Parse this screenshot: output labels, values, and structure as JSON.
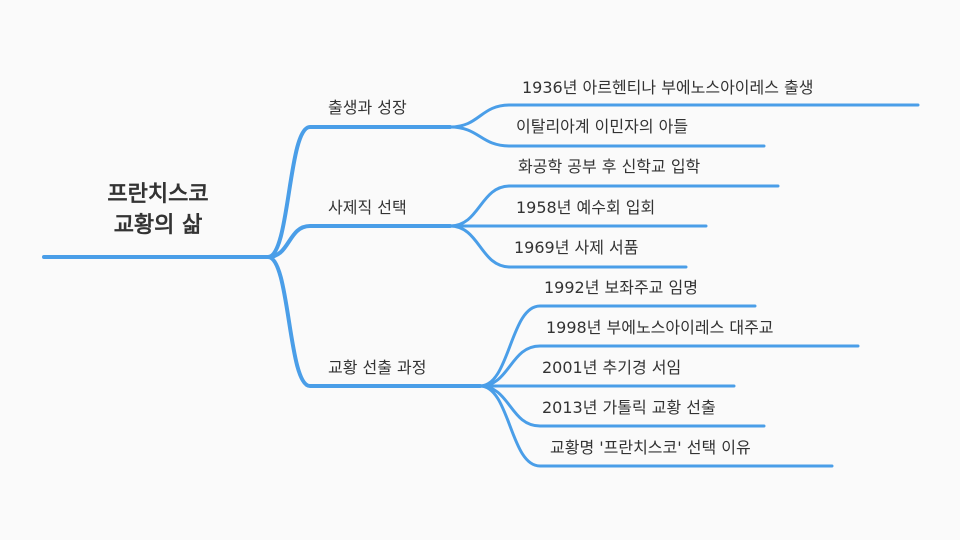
{
  "mindmap": {
    "root": {
      "line1": "프란치스코",
      "line2": "교황의 삶"
    },
    "branches": [
      {
        "label": "출생과 성장",
        "children": [
          {
            "label": "1936년 아르헨티나 부에노스아이레스 출생"
          },
          {
            "label": "이탈리아계 이민자의 아들"
          }
        ]
      },
      {
        "label": "사제직 선택",
        "children": [
          {
            "label": "화공학 공부 후 신학교 입학"
          },
          {
            "label": "1958년 예수회 입회"
          },
          {
            "label": "1969년 사제 서품"
          }
        ]
      },
      {
        "label": "교황 선출 과정",
        "children": [
          {
            "label": "1992년 보좌주교 임명"
          },
          {
            "label": "1998년 부에노스아이레스 대주교"
          },
          {
            "label": "2001년 추기경 서임"
          },
          {
            "label": "2013년 가톨릭 교황 선출"
          },
          {
            "label": "교황명 '프란치스코' 선택 이유"
          }
        ]
      }
    ]
  },
  "colors": {
    "edge": "#4a9ee8",
    "text": "#333333",
    "background": "#fafafa"
  }
}
